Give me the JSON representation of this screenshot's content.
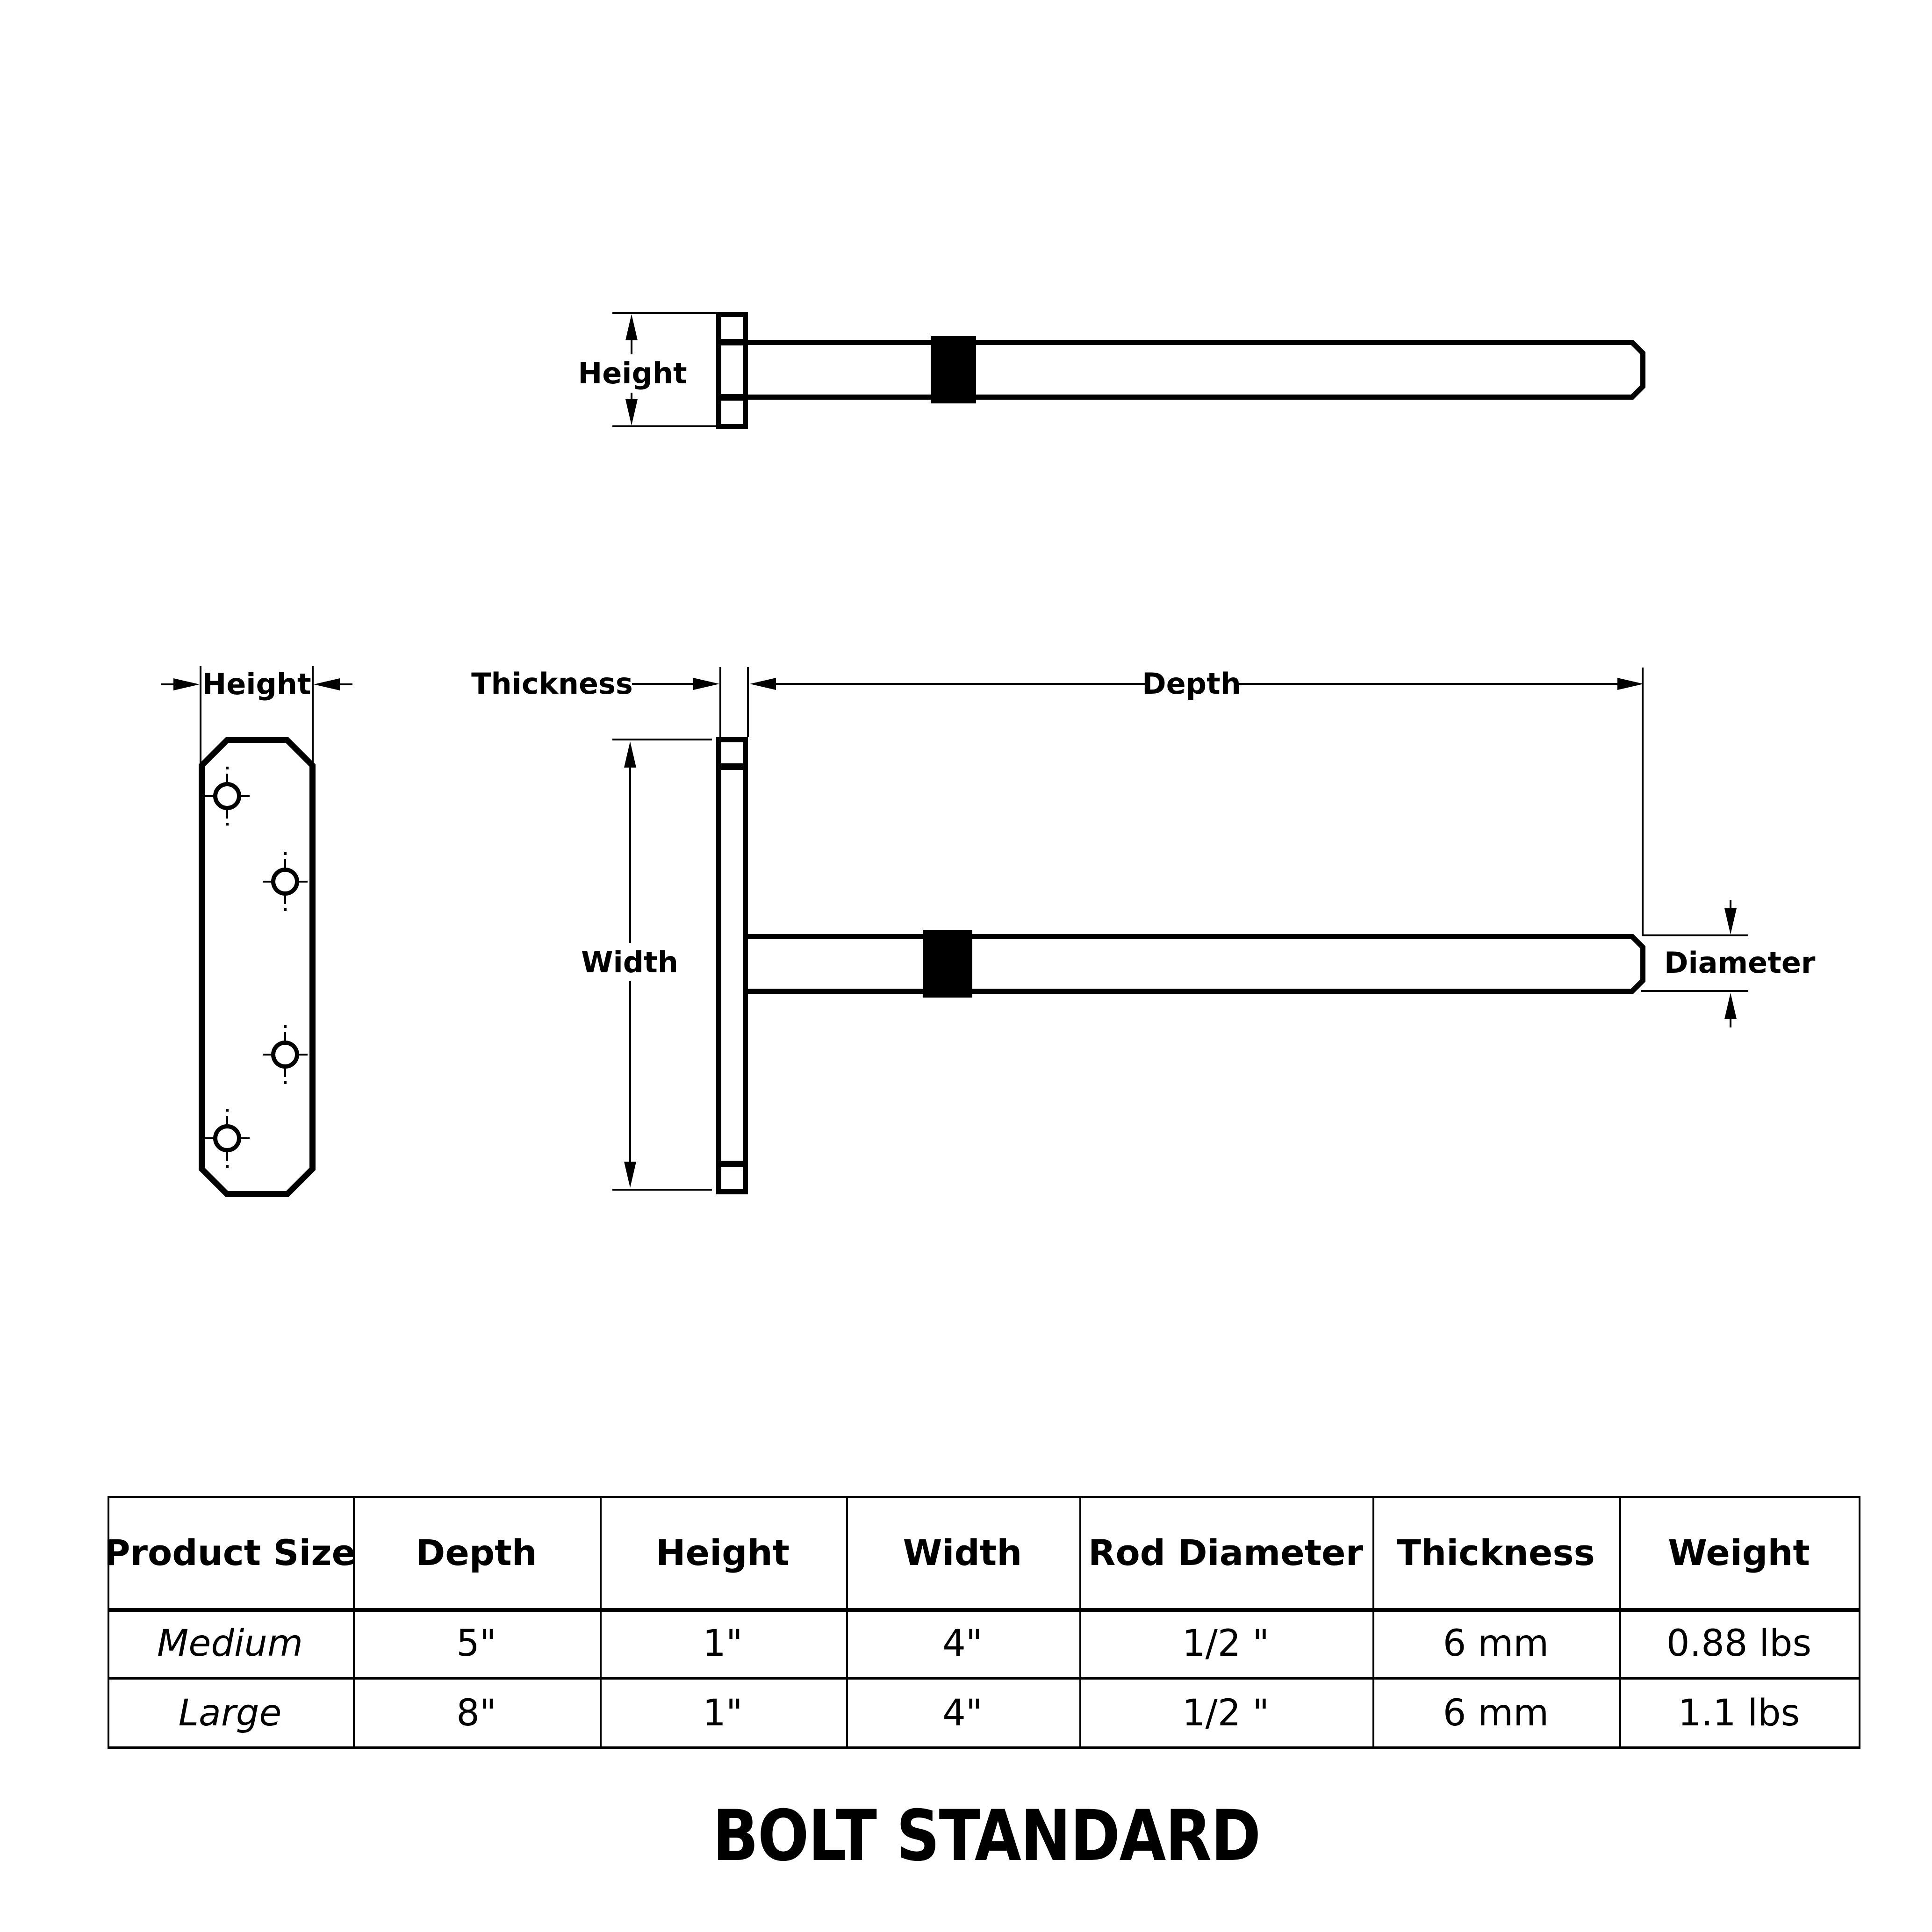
{
  "title": "BOLT STANDARD",
  "labels": {
    "height_top": "Height",
    "height_front": "Height",
    "thickness": "Thickness",
    "depth": "Depth",
    "width": "Width",
    "diameter": "Diameter"
  },
  "table": {
    "headers": [
      "Product Size",
      "Depth",
      "Height",
      "Width",
      "Rod Diameter",
      "Thickness",
      "Weight"
    ],
    "rows": [
      {
        "size": "Medium",
        "depth": "5\"",
        "height": "1\"",
        "width": "4\"",
        "rod_diameter": "1/2 \"",
        "thickness": "6 mm",
        "weight": "0.88 lbs"
      },
      {
        "size": "Large",
        "depth": "8\"",
        "height": "1\"",
        "width": "4\"",
        "rod_diameter": "1/2 \"",
        "thickness": "6 mm",
        "weight": "1.1 lbs"
      }
    ]
  },
  "colors": {
    "ink": "#000000",
    "paper": "#ffffff"
  }
}
